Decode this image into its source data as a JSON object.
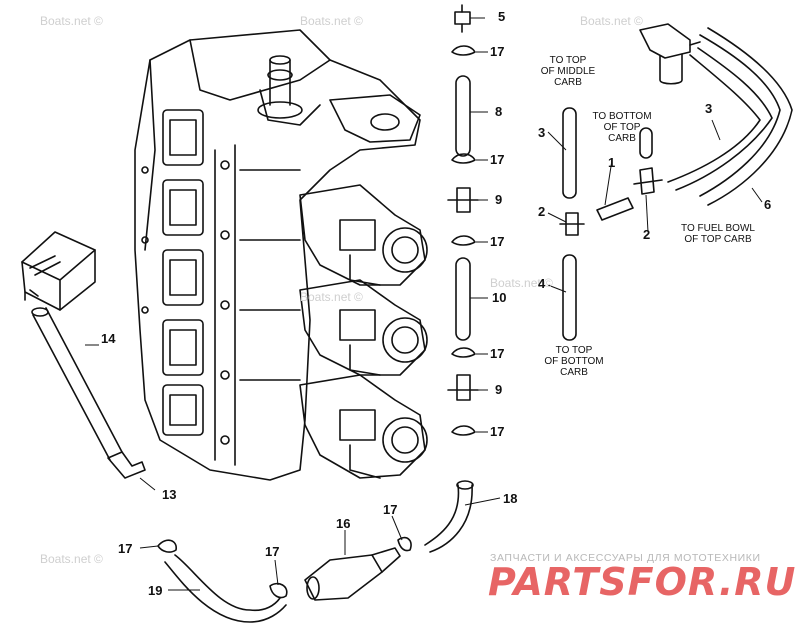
{
  "watermark": "Boats.net ©",
  "site": {
    "subtitle": "ЗАПЧАСТИ И АКСЕССУАРЫ ДЛЯ МОТОТЕХНИКИ",
    "logo": "PARTSFOR.RU"
  },
  "callouts": {
    "c5": "5",
    "c17a": "17",
    "c8": "8",
    "c17b": "17",
    "c9a": "9",
    "c17c": "17",
    "c10": "10",
    "c17d": "17",
    "c9b": "9",
    "c17e": "17",
    "c18": "18",
    "c16": "16",
    "c17f": "17",
    "c17g": "17",
    "c17h": "17",
    "c19": "19",
    "c14": "14",
    "c13": "13",
    "c3a": "3",
    "c1": "1",
    "c2a": "2",
    "c2b": "2",
    "c4": "4",
    "c3b": "3",
    "c6": "6"
  },
  "notes": {
    "middle_carb": [
      "TO TOP",
      "OF MIDDLE",
      "CARB"
    ],
    "top_carb": [
      "TO BOTTOM",
      "OF TOP",
      "CARB"
    ],
    "bottom_carb": [
      "TO TOP",
      "OF BOTTOM",
      "CARB"
    ],
    "fuel_bowl": [
      "TO FUEL BOWL",
      "OF TOP CARB"
    ]
  }
}
